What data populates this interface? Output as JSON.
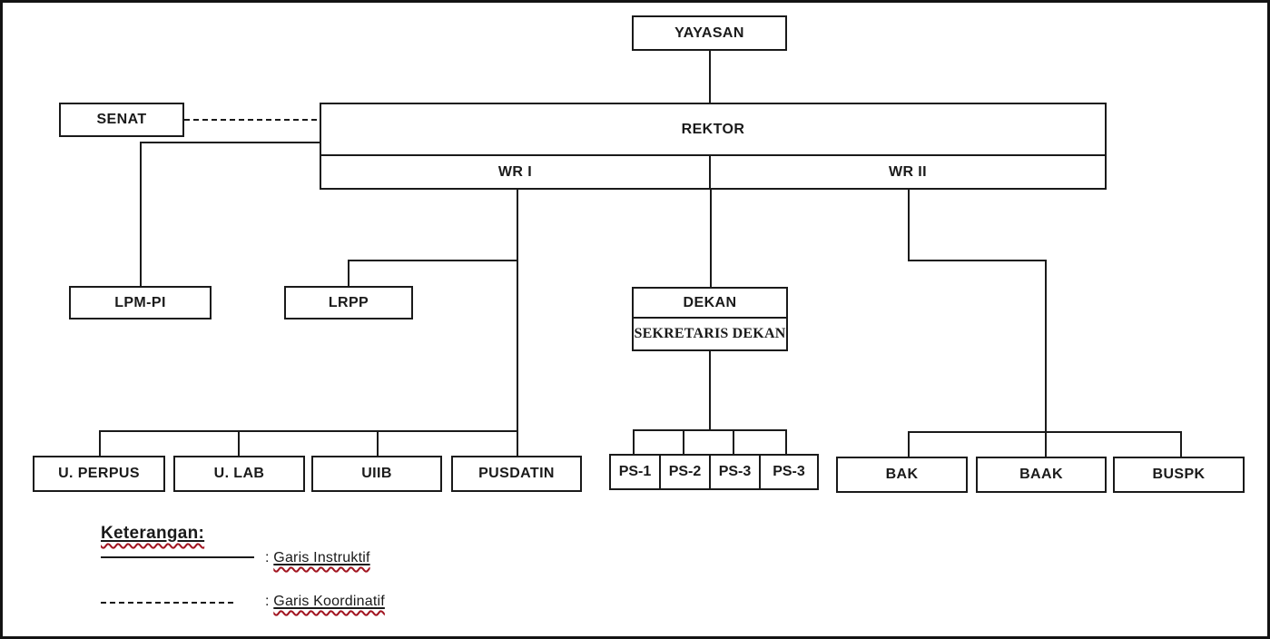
{
  "diagram": {
    "nodes": {
      "yayasan": "YAYASAN",
      "senat": "SENAT",
      "rektor": "REKTOR",
      "wr1": "WR I",
      "wr2": "WR II",
      "lpm_pi": "LPM-PI",
      "lrpp": "LRPP",
      "dekan": "DEKAN",
      "sekretaris_dekan": "SEKRETARIS DEKAN",
      "ps1": "PS-1",
      "ps2": "PS-2",
      "ps3a": "PS-3",
      "ps3b": "PS-3",
      "u_perpus": "U. PERPUS",
      "u_lab": "U. LAB",
      "uiib": "UIIB",
      "pusdatin": "PUSDATIN",
      "bak": "BAK",
      "baak": "BAAK",
      "buspk": "BUSPK"
    },
    "legend": {
      "title": "Keterangan:",
      "separator": ": ",
      "solid_label": "Garis Instruktif",
      "dashed_label": "Garis Koordinatif"
    },
    "line_styles": {
      "solid_meaning": "Garis Instruktif",
      "dashed_meaning": "Garis Koordinatif"
    },
    "colors": {
      "line": "#1a1a1a",
      "background": "#ffffff",
      "spellcheck_wavy": "#a11420"
    }
  }
}
